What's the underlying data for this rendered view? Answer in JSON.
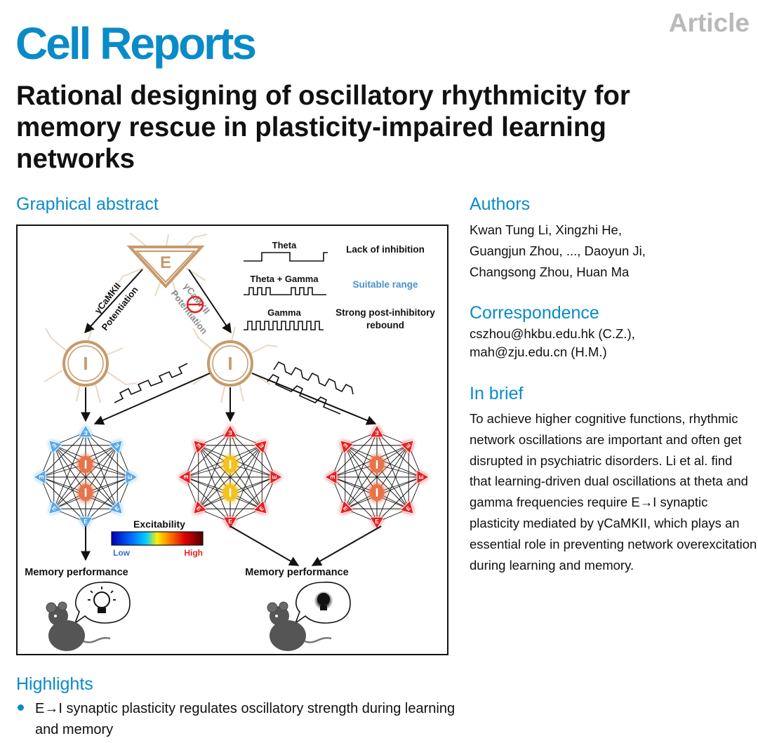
{
  "header": {
    "journal": "Cell Reports",
    "article_type": "Article",
    "title": "Rational designing of oscillatory rhythmicity for memory rescue in plasticity-impaired learning networks"
  },
  "sections": {
    "graphical_abstract": "Graphical abstract",
    "authors": "Authors",
    "correspondence": "Correspondence",
    "in_brief": "In brief",
    "highlights": "Highlights"
  },
  "authors": {
    "line1": "Kwan Tung Li, Xingzhi He,",
    "line2": "Guangjun Zhou, ..., Daoyun Ji,",
    "line3": "Changsong Zhou, Huan Ma"
  },
  "correspondence": {
    "line1": "cszhou@hkbu.edu.hk (C.Z.),",
    "line2": "mah@zju.edu.cn (H.M.)"
  },
  "in_brief": "To achieve higher cognitive functions, rhythmic network oscillations are important and often get disrupted in psychiatric disorders. Li et al. find that learning-driven dual oscillations at theta and gamma frequencies require E→I synaptic plasticity mediated by γCaMKII, which plays an essential role in preventing network overexcitation during learning and memory.",
  "highlights": [
    "E→I synaptic plasticity regulates oscillatory strength during learning and memory"
  ],
  "graphical_abstract": {
    "e_label": "E",
    "i_label": "I",
    "arrow_left_1": "γCaMKII",
    "arrow_left_2": "Potentiation",
    "arrow_right_1": "γCaMKII",
    "arrow_right_2": "Potentiation",
    "legend": {
      "theta": "Theta",
      "theta_gamma": "Theta + Gamma",
      "gamma": "Gamma",
      "lack": "Lack of inhibition",
      "suitable": "Suitable range",
      "strong_1": "Strong post-inhibitory",
      "strong_2": "rebound"
    },
    "excitability": {
      "title": "Excitability",
      "low": "Low",
      "high": "High"
    },
    "memory_left": "Memory performance",
    "memory_right": "Memory performance",
    "colors": {
      "blue_glow": "#5aa8e6",
      "red": "#e32222",
      "orange_node": "#e8734a",
      "yellow_node": "#f5c21b",
      "suitable_text": "#4a90c8",
      "neuron_ring": "#c8996a"
    }
  }
}
